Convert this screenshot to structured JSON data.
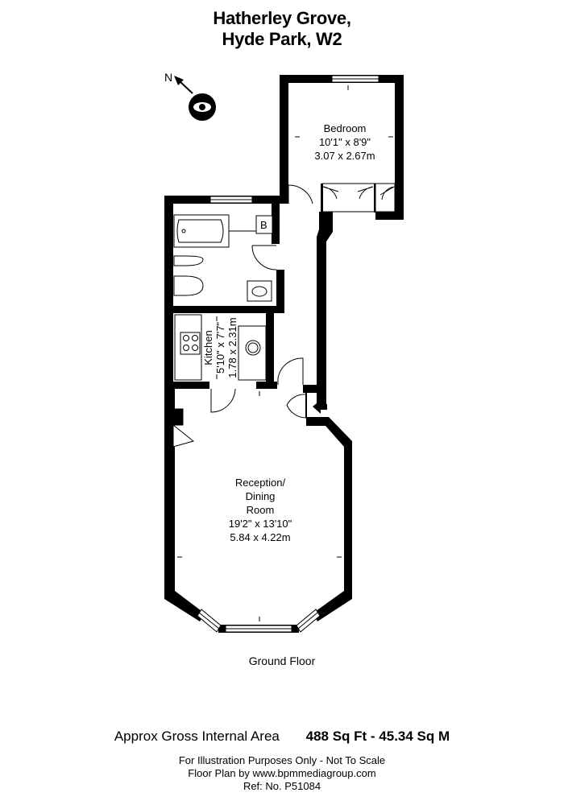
{
  "header": {
    "title_line1": "Hatherley Grove,",
    "title_line2": "Hyde Park, W2"
  },
  "compass": {
    "letter": "N"
  },
  "rooms": {
    "bedroom": {
      "name": "Bedroom",
      "dim_imperial": "10'1\" x 8'9\"",
      "dim_metric": "3.07 x 2.67m"
    },
    "kitchen": {
      "name": "Kitchen",
      "dim_imperial": "5'10\" x 7'7\"",
      "dim_metric": "1.78 x 2.31m"
    },
    "reception": {
      "name_line1": "Reception/",
      "name_line2": "Dining",
      "name_line3": "Room",
      "dim_imperial": "19'2\" x 13'10\"",
      "dim_metric": "5.84 x 4.22m"
    },
    "boiler": {
      "label": "B"
    }
  },
  "floor": {
    "label": "Ground Floor"
  },
  "footer": {
    "area_label": "Approx Gross Internal Area",
    "area_value": "488 Sq Ft - 45.34 Sq M",
    "disclaimer": "For Illustration Purposes Only - Not To Scale",
    "credit": "Floor Plan by www.bpmmediagroup.com",
    "reference": "Ref: No. P51084"
  }
}
